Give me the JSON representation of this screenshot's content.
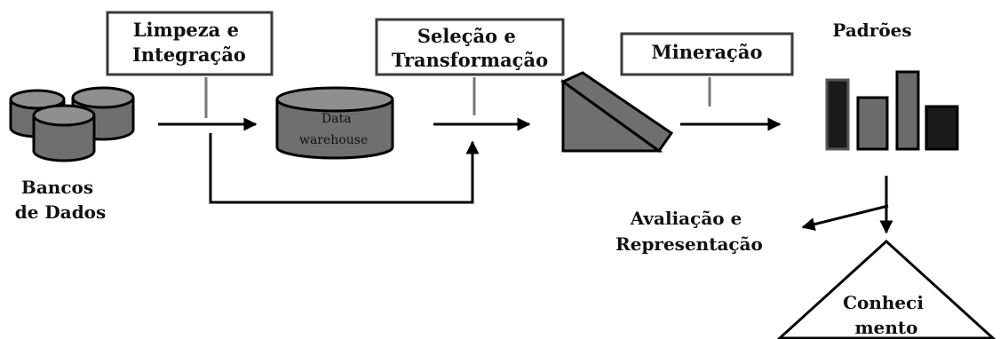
{
  "colors": {
    "cylinder_fill": "#6f6f6f",
    "cylinder_top": "#8f8f8f",
    "stroke": "#000000",
    "bar_light": "#6b6b6b",
    "bar_dark": "#1a1a1a"
  },
  "steps": {
    "limpeza": {
      "line1": "Limpeza e",
      "line2": "Integração"
    },
    "selecao": {
      "line1": "Seleção e",
      "line2": "Transformação"
    },
    "mineracao": {
      "line1": "Mineração"
    }
  },
  "bancos": {
    "line1": "Bancos",
    "line2": "de Dados"
  },
  "warehouse": {
    "line1": "Data",
    "line2": "warehouse"
  },
  "padroes": {
    "label": "Padrões"
  },
  "avaliacao": {
    "line1": "Avaliação e",
    "line2": "Representação"
  },
  "conhecimento": {
    "line1": "Conheci",
    "line2": "mento"
  }
}
